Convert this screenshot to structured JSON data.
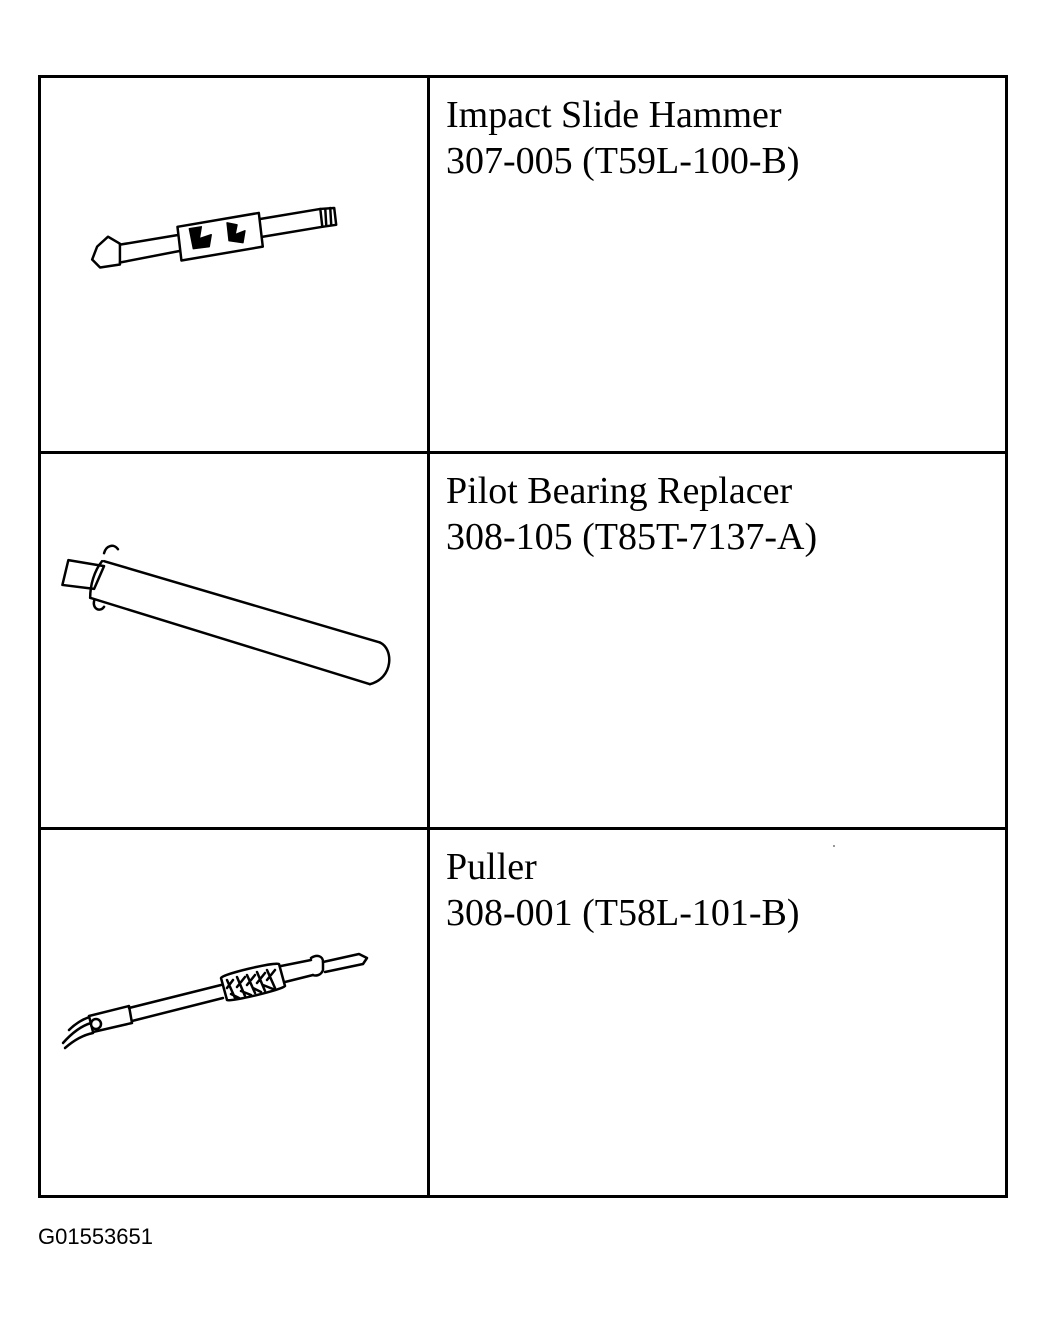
{
  "tools": [
    {
      "name": "Impact Slide Hammer",
      "number": "307-005 (T59L-100-B)",
      "icon": "impact-slide-hammer-icon"
    },
    {
      "name": "Pilot Bearing Replacer",
      "number": "308-105 (T85T-7137-A)",
      "icon": "pilot-bearing-replacer-icon"
    },
    {
      "name": "Puller",
      "number": "308-001 (T58L-101-B)",
      "icon": "puller-icon"
    }
  ],
  "figure_id": "G01553651"
}
